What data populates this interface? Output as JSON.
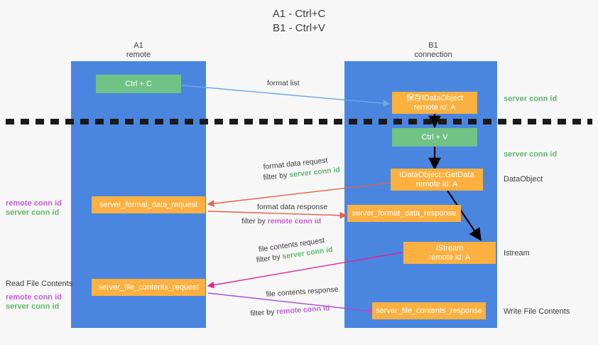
{
  "title": "A1 - Ctrl+C\nB1 - Ctrl+V",
  "colors": {
    "background": "#f7f7f7",
    "lane": "#4a86e0",
    "box_orange": "#fbb040",
    "box_green": "#71c285",
    "server_conn_id": "#5fb96f",
    "remote_conn_id": "#c35fd4",
    "arrow_blue": "#6aa8e8",
    "arrow_red": "#e8604c",
    "arrow_magenta": "#e0249a",
    "arrow_purple": "#a94fd4",
    "arrow_black": "#000000",
    "divider": "#1a1a1a"
  },
  "lanes": [
    {
      "id": "a1",
      "title": "A1\nremote"
    },
    {
      "id": "b1",
      "title": "B1\nconnection"
    }
  ],
  "boxes": [
    {
      "id": "ctrl-c",
      "label": "Ctrl + C",
      "color": "green"
    },
    {
      "id": "save-idataobject",
      "label": "保存IDataObject\nremote id: A",
      "color": "orange"
    },
    {
      "id": "ctrl-v",
      "label": "Ctrl + V",
      "color": "green"
    },
    {
      "id": "idataobject-getdata",
      "label": "IDataObject::GetData\nremote id: A",
      "color": "orange"
    },
    {
      "id": "server-format-data-request",
      "label": "server_format_data_request",
      "color": "orange"
    },
    {
      "id": "server-format-data-response",
      "label": "server_format_data_response",
      "color": "orange"
    },
    {
      "id": "istream",
      "label": "IStream\nremote id: A",
      "color": "orange"
    },
    {
      "id": "server-file-contents-request",
      "label": "server_file_contents_request",
      "color": "orange"
    },
    {
      "id": "server-file-contents-response",
      "label": "server_file_contents_response",
      "color": "orange"
    }
  ],
  "edge_labels": {
    "format_list": "format list",
    "format_data_request": "format data request",
    "format_data_request_filter_prefix": "filter by ",
    "format_data_request_filter_key": "server conn id",
    "format_data_response": "format data response",
    "format_data_response_filter_prefix": "filter by ",
    "format_data_response_filter_key": "remote conn id",
    "file_contents_request": "file contents request",
    "file_contents_request_filter_prefix": "filter by ",
    "file_contents_request_filter_key": "server conn id",
    "file_contents_response": "file contents response",
    "file_contents_response_filter_prefix": "filter by ",
    "file_contents_response_filter_key": "remote conn id"
  },
  "right_labels": {
    "server_conn_id_top": "server conn id",
    "server_conn_id_mid": "server conn id",
    "data_object": "DataObject",
    "istream": "Istream",
    "write_file_contents": "Write File Contents"
  },
  "left_labels": {
    "remote_conn_id_1": "remote conn id",
    "server_conn_id_1": "server conn id",
    "read_file_contents": "Read File Contents",
    "remote_conn_id_2": "remote conn id",
    "server_conn_id_2": "server conn id"
  }
}
